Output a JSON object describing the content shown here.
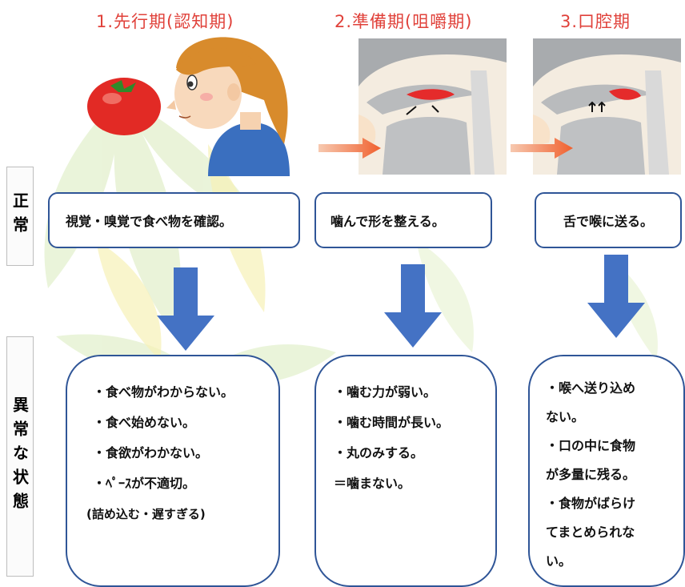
{
  "stages": [
    {
      "title": "1.先行期(認知期)",
      "normal": "視覚・嗅覚で食べ物を確認。"
    },
    {
      "title": "2.準備期(咀嚼期)",
      "normal": "噛んで形を整える。"
    },
    {
      "title": "3.口腔期",
      "normal": "舌で喉に送る。"
    }
  ],
  "labels": {
    "normal": "正常",
    "abnormal": "異常な状態"
  },
  "abnormal": [
    [
      "・食べ物がわからない。",
      "・食べ始めない。",
      "・食欲がわかない。",
      "・ﾍﾟｰｽが不適切。",
      "(詰め込む・遅すぎる)"
    ],
    [
      "・噛む力が弱い。",
      "・噛む時間が長い。",
      "・丸のみする。",
      "＝噛まない。"
    ],
    [
      "・喉へ送り込め",
      "ない。",
      "・口の中に食物",
      "が多量に残る。",
      "・食物がばらけ",
      "てまとめられな",
      "い。"
    ]
  ],
  "colors": {
    "title": "#e0413a",
    "box_border": "#2f5597",
    "arrow": "#4472c4",
    "leaf": "#d9ecb8"
  }
}
